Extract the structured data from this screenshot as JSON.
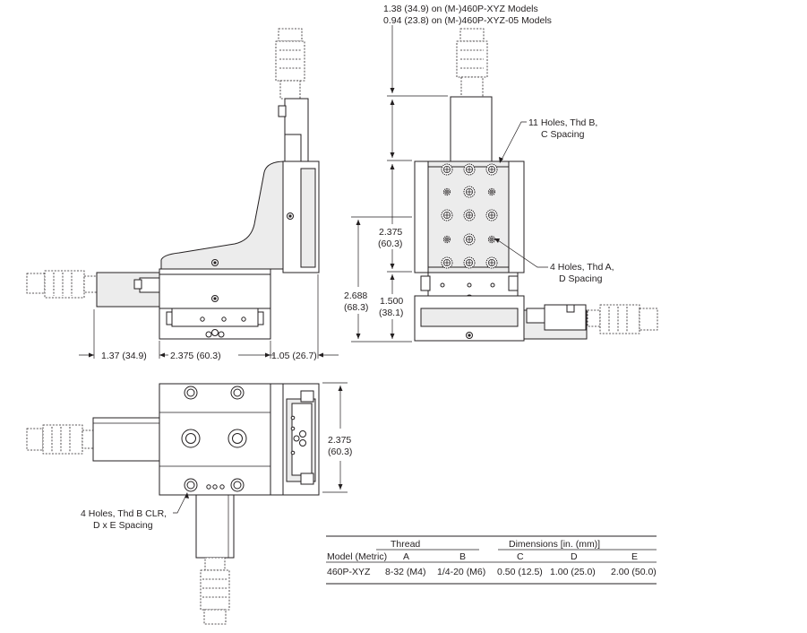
{
  "callouts": {
    "micrometer_offset_line1": "1.38 (34.9) on (M-)460P-XYZ Models",
    "micrometer_offset_line2": "0.94 (23.8) on (M-)460P-XYZ-05 Models",
    "holes_b_line1": "11 Holes, Thd B,",
    "holes_b_line2": "C Spacing",
    "holes_a_line1": "4 Holes, Thd A,",
    "holes_a_line2": "D Spacing",
    "holes_clr_line1": "4 Holes, Thd B CLR,",
    "holes_clr_line2": "D x E Spacing"
  },
  "dimensions": {
    "left_offset": "1.37 (34.9)",
    "base_width": "2.375 (60.3)",
    "right_offset": "1.05 (26.7)",
    "front_upper_in": "2.375",
    "front_upper_mm": "(60.3)",
    "front_total_in": "2.688",
    "front_total_mm": "(68.3)",
    "front_lower_in": "1.500",
    "front_lower_mm": "(38.1)",
    "top_width_in": "2.375",
    "top_width_mm": "(60.3)"
  },
  "spec_table": {
    "group_thread": "Thread",
    "group_dimensions": "Dimensions [in. (mm)]",
    "col_model": "Model (Metric)",
    "col_a": "A",
    "col_b": "B",
    "col_c": "C",
    "col_d": "D",
    "col_e": "E",
    "rows": [
      {
        "model": "460P-XYZ",
        "a": "8-32 (M4)",
        "b": "1/4-20 (M6)",
        "c": "0.50 (12.5)",
        "d": "1.00 (25.0)",
        "e": "2.00 (50.0)"
      }
    ]
  }
}
